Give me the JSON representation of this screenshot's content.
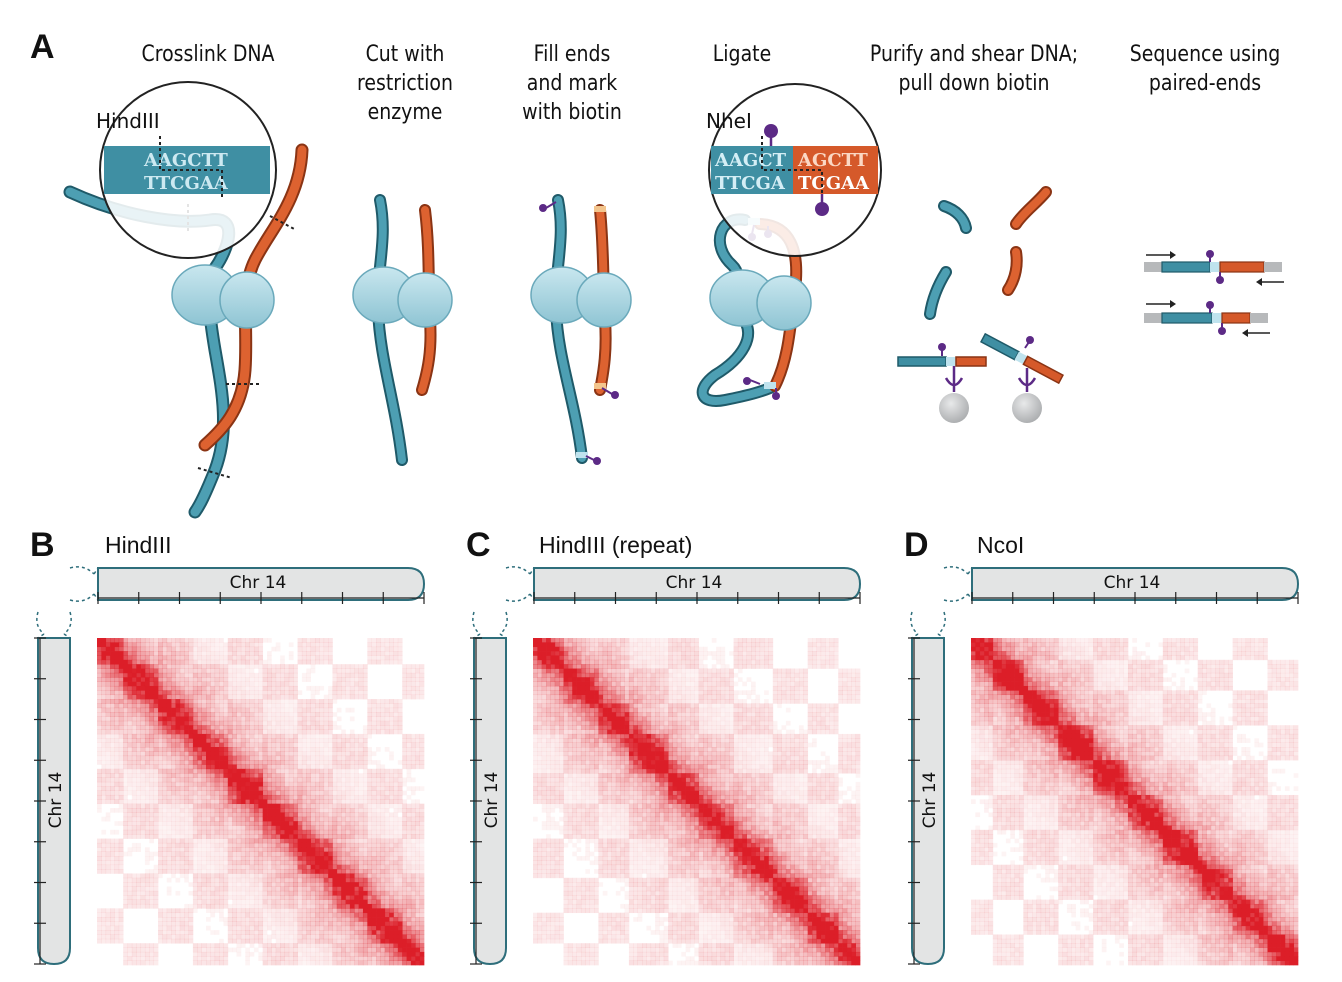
{
  "panel_a": {
    "letter": "A",
    "steps": [
      {
        "title_line1": "Crosslink DNA",
        "title_line2": "",
        "title_line3": ""
      },
      {
        "title_line1": "Cut with",
        "title_line2": "restriction",
        "title_line3": "enzyme"
      },
      {
        "title_line1": "Fill ends",
        "title_line2": "and mark",
        "title_line3": "with biotin"
      },
      {
        "title_line1": "Ligate",
        "title_line2": "",
        "title_line3": ""
      },
      {
        "title_line1": "Purify and shear DNA;",
        "title_line2": "pull down biotin",
        "title_line3": ""
      },
      {
        "title_line1": "Sequence using",
        "title_line2": "paired-ends",
        "title_line3": ""
      }
    ],
    "hindiii_label": "HindIII",
    "hindiii_seq_top": "AAGCTT",
    "hindiii_seq_bottom": "TTCGAA",
    "nhei_label": "NheI",
    "ligate_seq_top_left": "AAGCT",
    "ligate_seq_top_right": "AGCTT",
    "ligate_seq_bottom_left": "TTCGA",
    "ligate_seq_bottom_right": "TCGAA"
  },
  "heatmap_panels": [
    {
      "letter": "B",
      "title": "HindIII",
      "chrom_label": "Chr 14"
    },
    {
      "letter": "C",
      "title": "HindIII (repeat)",
      "chrom_label": "Chr 14"
    },
    {
      "letter": "D",
      "title": "NcoI",
      "chrom_label": "Chr 14"
    }
  ],
  "colors": {
    "dna_teal": "#3f8fa3",
    "dna_orange": "#d5592a",
    "protein": "#a9d6e2",
    "biotin": "#5c2a86",
    "heatmap_red": "#dc1e28",
    "chrom_fill": "#e3e4e4",
    "chrom_stroke": "#2e6e7b",
    "bead": "#c5c7c9"
  }
}
